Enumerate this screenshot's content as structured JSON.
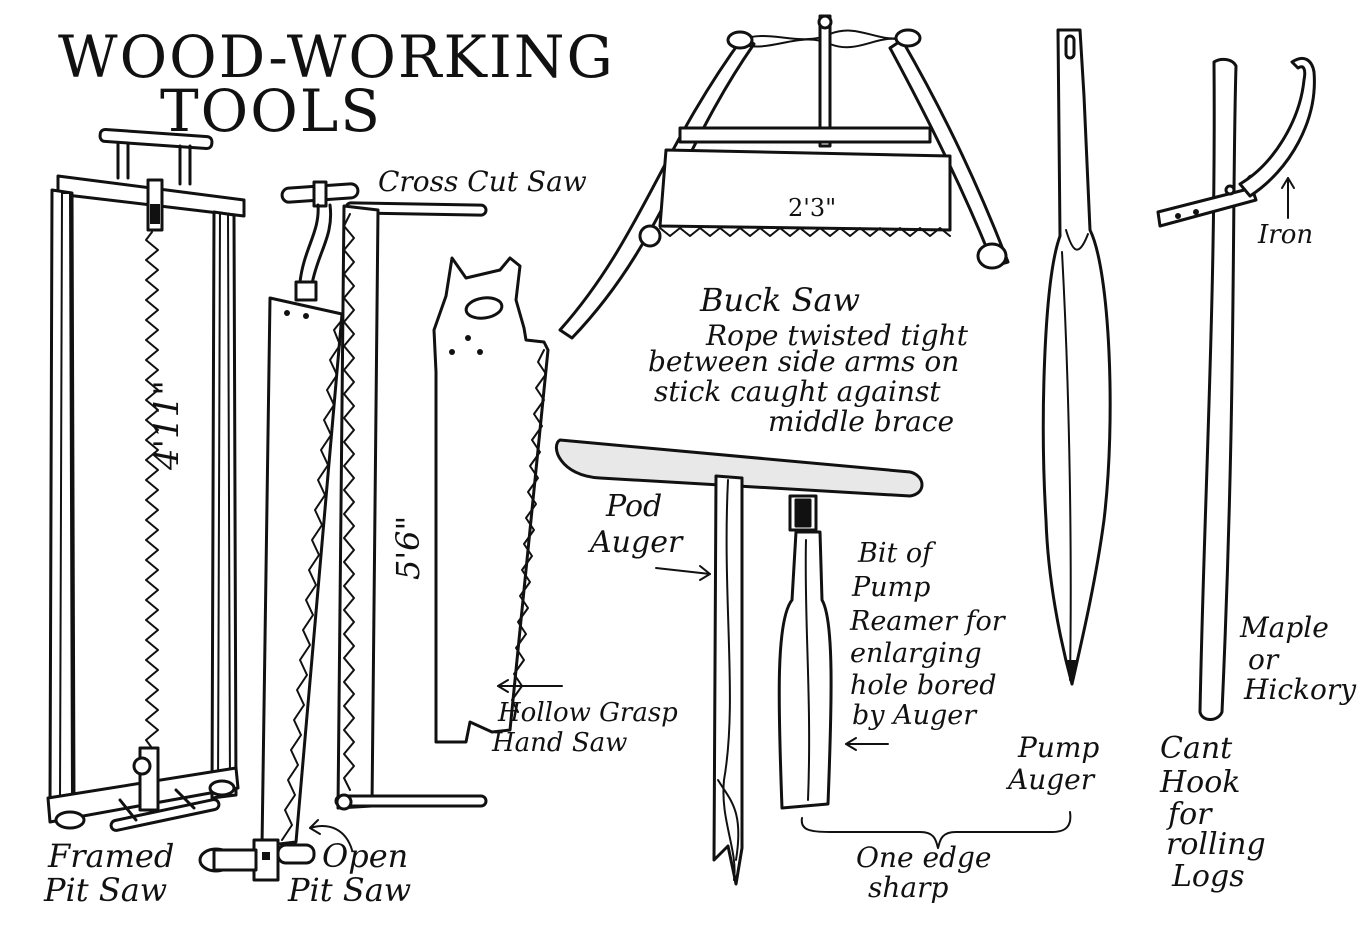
{
  "title": {
    "line1": "WOOD-WORKING",
    "line2": "TOOLS"
  },
  "labels": {
    "framed_pit_saw": {
      "line1": "Framed",
      "line2": "Pit Saw",
      "dimension": "4'11\""
    },
    "open_pit_saw": {
      "line1": "Open",
      "line2": "Pit Saw"
    },
    "cross_cut_saw": {
      "text": "Cross Cut Saw",
      "dimension": "5'6\""
    },
    "hollow_grasp": {
      "line1": "Hollow Grasp",
      "line2": "Hand Saw"
    },
    "buck_saw": {
      "name": "Buck Saw",
      "dimension": "2'3\"",
      "desc1": "Rope twisted tight",
      "desc2": "between side arms on",
      "desc3": "stick caught against",
      "desc4": "middle brace"
    },
    "pod_auger": {
      "line1": "Pod",
      "line2": "Auger"
    },
    "reamer": {
      "line1": "Bit of",
      "line2": "Pump",
      "line3": "Reamer for",
      "line4": "enlarging",
      "line5": "hole bored",
      "line6": "by Auger"
    },
    "pump_auger": {
      "line1": "Pump",
      "line2": "Auger"
    },
    "one_edge": {
      "line1": "One edge",
      "line2": "sharp"
    },
    "iron": {
      "text": "Iron"
    },
    "maple": {
      "line1": "Maple",
      "line2": "or",
      "line3": "Hickory"
    },
    "cant_hook": {
      "line1": "Cant",
      "line2": "Hook",
      "line3": "for",
      "line4": "rolling",
      "line5": "Logs"
    }
  }
}
